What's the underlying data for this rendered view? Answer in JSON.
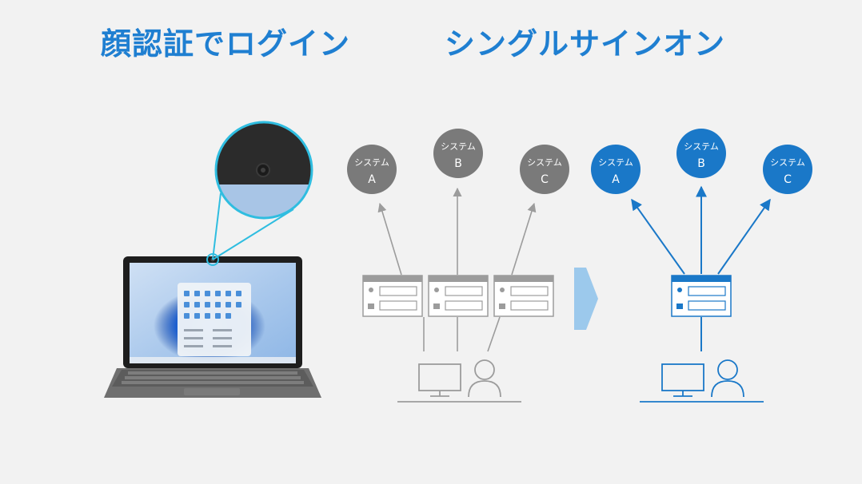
{
  "headings": {
    "face_login": "顔認証でログイン",
    "sso": "シングルサインオン"
  },
  "system_label": "システム",
  "systems": [
    "A",
    "B",
    "C"
  ],
  "colors": {
    "accent": "#1f7fd1",
    "sso_node": "#1a78c8",
    "legacy_node": "#7a7a7a",
    "legacy_line": "#9c9c9c",
    "arrow_chevron": "#9cc9ec"
  },
  "icons": [
    "camera-icon",
    "laptop-icon",
    "login-form-icon",
    "monitor-icon",
    "person-icon",
    "user-icon",
    "lock-icon",
    "arrow-right-icon"
  ]
}
